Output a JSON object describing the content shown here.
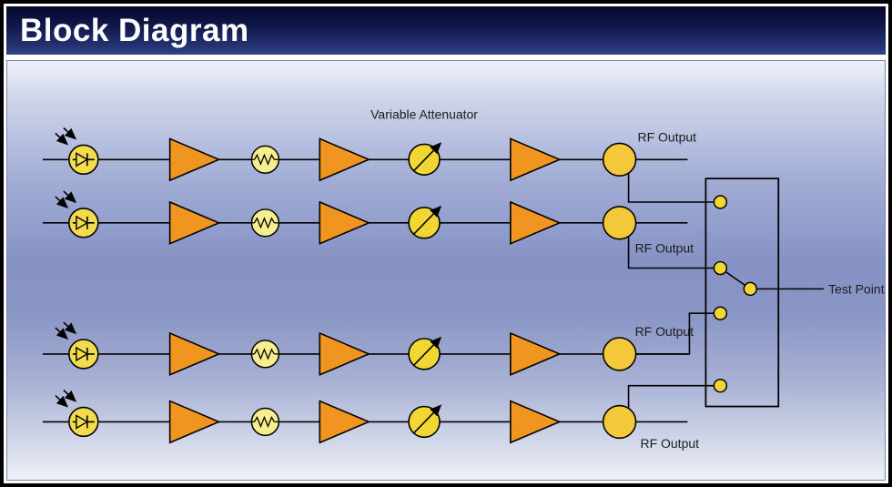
{
  "title": "Block Diagram",
  "diagram": {
    "variable_attenuator_label": "Variable Attenuator",
    "test_point_label": "Test Point",
    "channels": [
      {
        "name": "channel-1",
        "rf_output_label": "RF Output"
      },
      {
        "name": "channel-2",
        "rf_output_label": "RF Output"
      },
      {
        "name": "channel-3",
        "rf_output_label": "RF Output"
      },
      {
        "name": "channel-4",
        "rf_output_label": "RF Output"
      }
    ],
    "components_per_channel": [
      "photodiode",
      "amplifier",
      "attenuator",
      "amplifier",
      "variable-attenuator",
      "amplifier",
      "rf-output-coupler"
    ],
    "switch": {
      "contacts": 4,
      "selected_contact": 2,
      "output": "Test Point"
    }
  },
  "colors": {
    "amp_fill": "#F0951F",
    "photodiode_fill": "#F2DC4E",
    "resistor_fill": "#F7EE90",
    "var_atten_fill": "#F2D732",
    "rf_out_fill": "#F3C93A",
    "contact_fill": "#F2D732",
    "line": "#000000",
    "label_text": "#1d1d1d",
    "title_text": "#FFFFFF"
  }
}
